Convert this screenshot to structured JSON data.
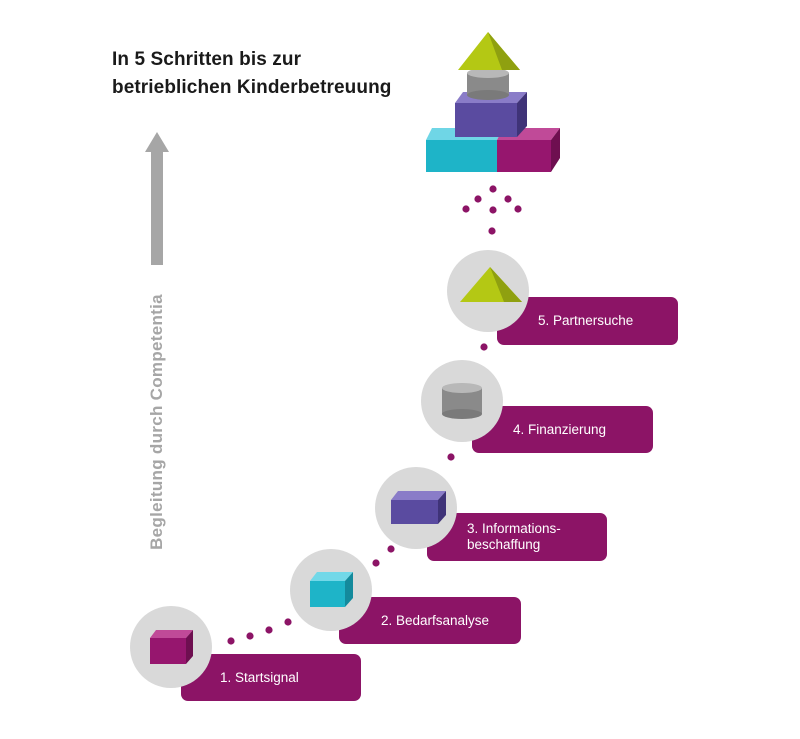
{
  "title": {
    "line1": "In 5 Schritten bis zur",
    "line2": "betrieblichen Kinderbetreuung"
  },
  "side_label": "Begleitung durch Competentia",
  "steps": [
    {
      "label": "1. Startsignal",
      "icon": "magenta-cube-icon"
    },
    {
      "label": "2. Bedarfsanalyse",
      "icon": "cyan-cube-icon"
    },
    {
      "label_line1": "3. Informations-",
      "label_line2": "beschaffung",
      "icon": "purple-slab-icon"
    },
    {
      "label": "4. Finanzierung",
      "icon": "gray-cylinder-icon"
    },
    {
      "label": "5. Partnersuche",
      "icon": "green-pyramid-icon"
    }
  ],
  "colors": {
    "step_box": "#8c1466",
    "dots": "#8c1466",
    "circle": "#d9d9d9",
    "arrow": "#a6a6a6",
    "magenta": "#96166e",
    "cyan": "#1eb4c8",
    "purple": "#5a4ba0",
    "gray": "#8a8a8a",
    "green": "#b4c814"
  }
}
